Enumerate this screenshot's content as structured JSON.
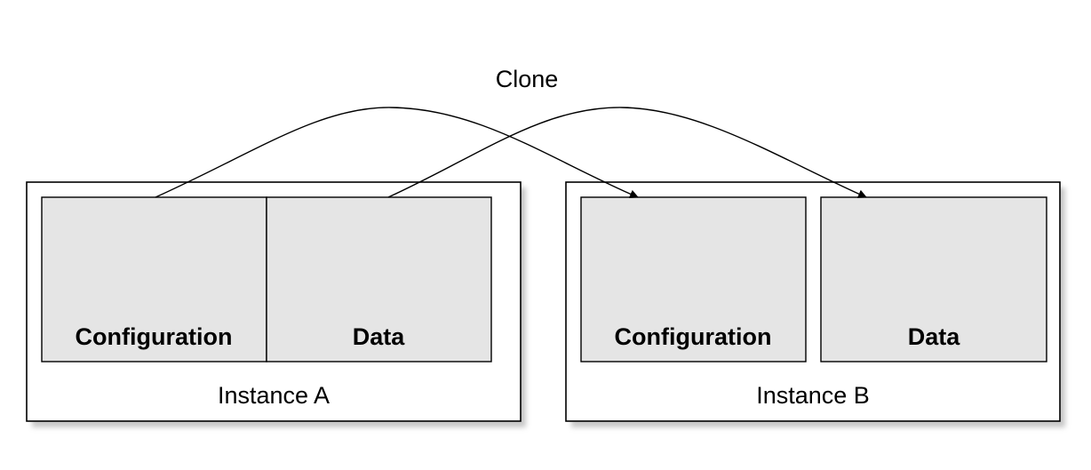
{
  "diagram": {
    "clone_label": "Clone",
    "instance_a": {
      "label": "Instance A",
      "configuration_label": "Configuration",
      "data_label": "Data"
    },
    "instance_b": {
      "label": "Instance B",
      "configuration_label": "Configuration",
      "data_label": "Data"
    },
    "colors": {
      "part_fill": "#e5e5e5",
      "stroke": "#000000",
      "background": "#ffffff"
    }
  }
}
